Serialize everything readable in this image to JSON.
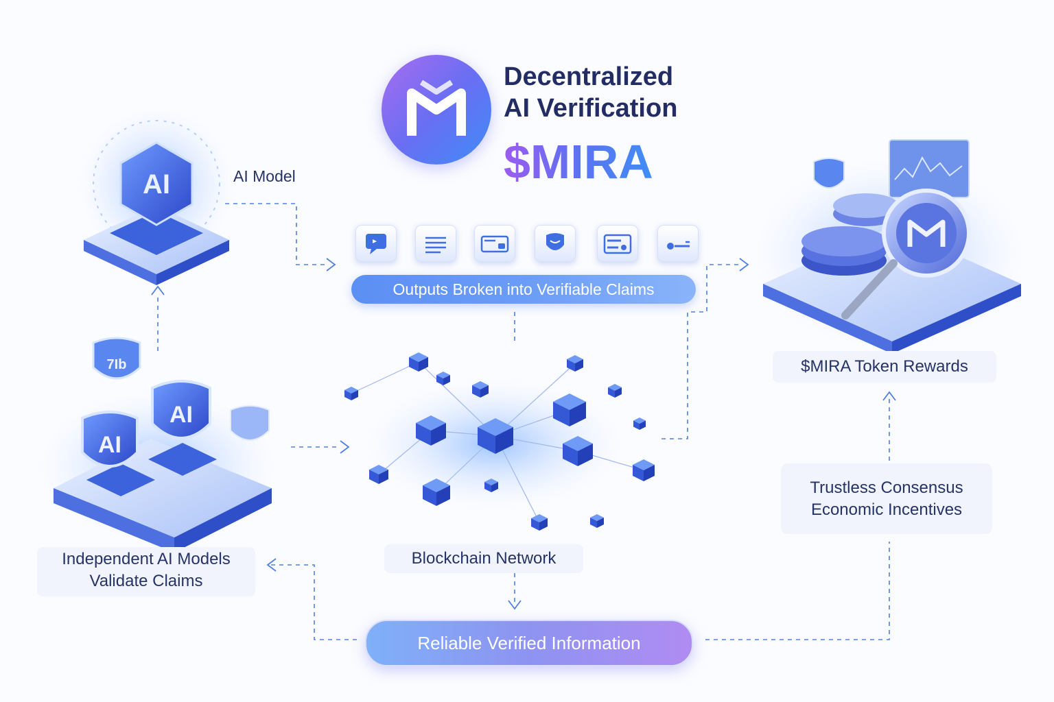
{
  "header": {
    "line1": "Decentralized",
    "line2": "AI Verification",
    "ticker": "$MIRA"
  },
  "nodes": {
    "ai_model": {
      "label": "AI Model",
      "chip_text": "AI"
    },
    "claims": {
      "label": "Outputs Broken into Verifiable Claims"
    },
    "token_rewards": {
      "label": "$MIRA Token Rewards"
    },
    "independent_models": {
      "line1": "Independent AI Models",
      "line2": "Validate Claims",
      "shield_text": "AI",
      "small_shield_text": "7Ib"
    },
    "blockchain": {
      "label": "Blockchain Network"
    },
    "consensus": {
      "line1": "Trustless Consensus",
      "line2": "Economic Incentives"
    },
    "reliable": {
      "label": "Reliable Verified Information"
    }
  },
  "claim_icons": [
    "chat-icon",
    "document-lines-icon",
    "card-icon",
    "shield-icon",
    "toggle-panel-icon",
    "key-icon"
  ],
  "colors": {
    "title": "#232c63",
    "label": "#263366",
    "accent_blue": "#3f8ef5",
    "accent_purple": "#9b5cf0",
    "connector": "#4f7fe0"
  }
}
